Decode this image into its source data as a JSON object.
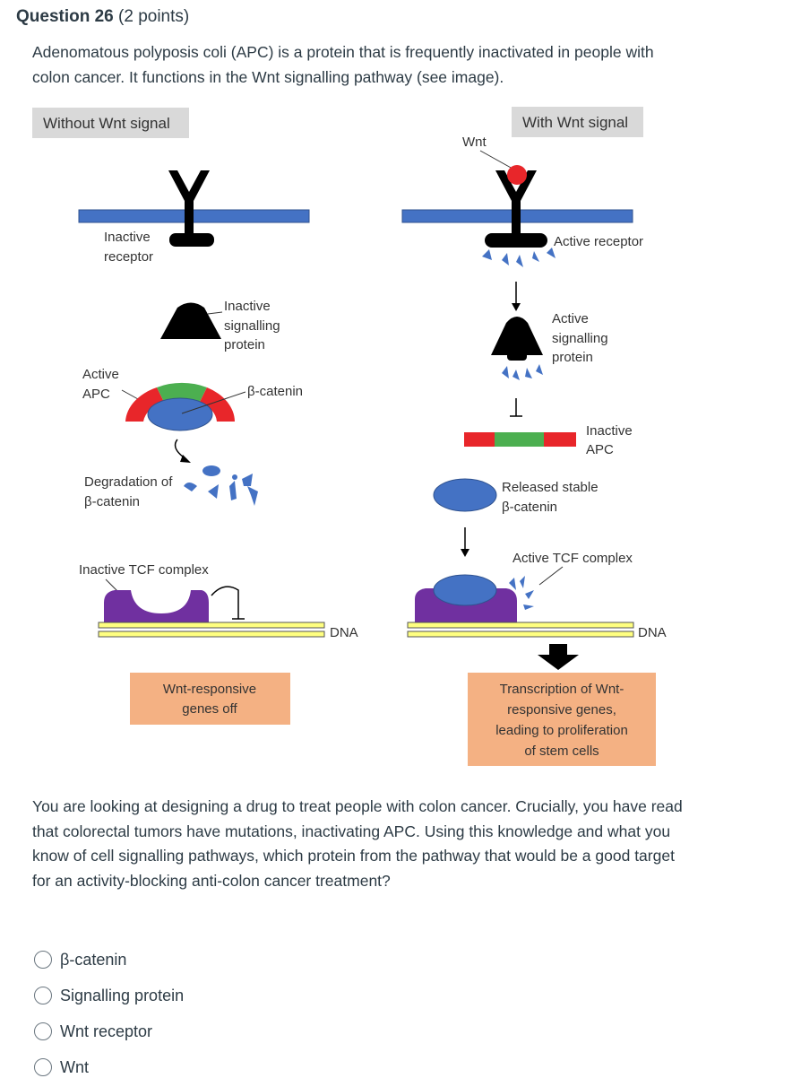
{
  "question": {
    "number_label": "Question 26",
    "points": "(2 points)",
    "intro": "Adenomatous polyposis coli (APC) is a protein that is frequently inactivated in people with colon cancer. It functions in the Wnt signalling pathway (see image).",
    "prompt": "You are looking at designing a drug to treat people with colon cancer. Crucially, you have read that colorectal tumors have mutations, inactivating APC. Using this knowledge and what you know of cell signalling pathways, which protein from the pathway that would be a good target for an activity-blocking anti-colon cancer treatment?"
  },
  "figure": {
    "left": {
      "header": "Without Wnt signal",
      "receptor_l1": "Inactive",
      "receptor_l2": "receptor",
      "signal_l1": "Inactive",
      "signal_l2": "signalling",
      "signal_l3": "protein",
      "apc_l1": "Active",
      "apc_l2": "APC",
      "bcat": "β-catenin",
      "degr_l1": "Degradation of",
      "degr_l2": "β-catenin",
      "tcf": "Inactive TCF complex",
      "dna": "DNA",
      "box_l1": "Wnt-responsive",
      "box_l2": "genes off"
    },
    "right": {
      "header": "With Wnt signal",
      "wnt": "Wnt",
      "receptor": "Active receptor",
      "signal_l1": "Active",
      "signal_l2": "signalling",
      "signal_l3": "protein",
      "apc_l1": "Inactive",
      "apc_l2": "APC",
      "bcat_l1": "Released stable",
      "bcat_l2": "β-catenin",
      "tcf": "Active TCF complex",
      "dna": "DNA",
      "box_l1": "Transcription of Wnt-",
      "box_l2": "responsive genes,",
      "box_l3": "leading to proliferation",
      "box_l4": "of stem cells"
    },
    "colors": {
      "membrane": "#4472c4",
      "bcatenin": "#4472c4",
      "apc_red": "#e8262a",
      "apc_green": "#4caf50",
      "tcf": "#7030a0",
      "dna": "#ffff80",
      "box": "#f4b183",
      "header_bg": "#d9d9d9"
    }
  },
  "answers": [
    {
      "label": "β-catenin"
    },
    {
      "label": "Signalling protein"
    },
    {
      "label": "Wnt receptor"
    },
    {
      "label": "Wnt"
    }
  ]
}
